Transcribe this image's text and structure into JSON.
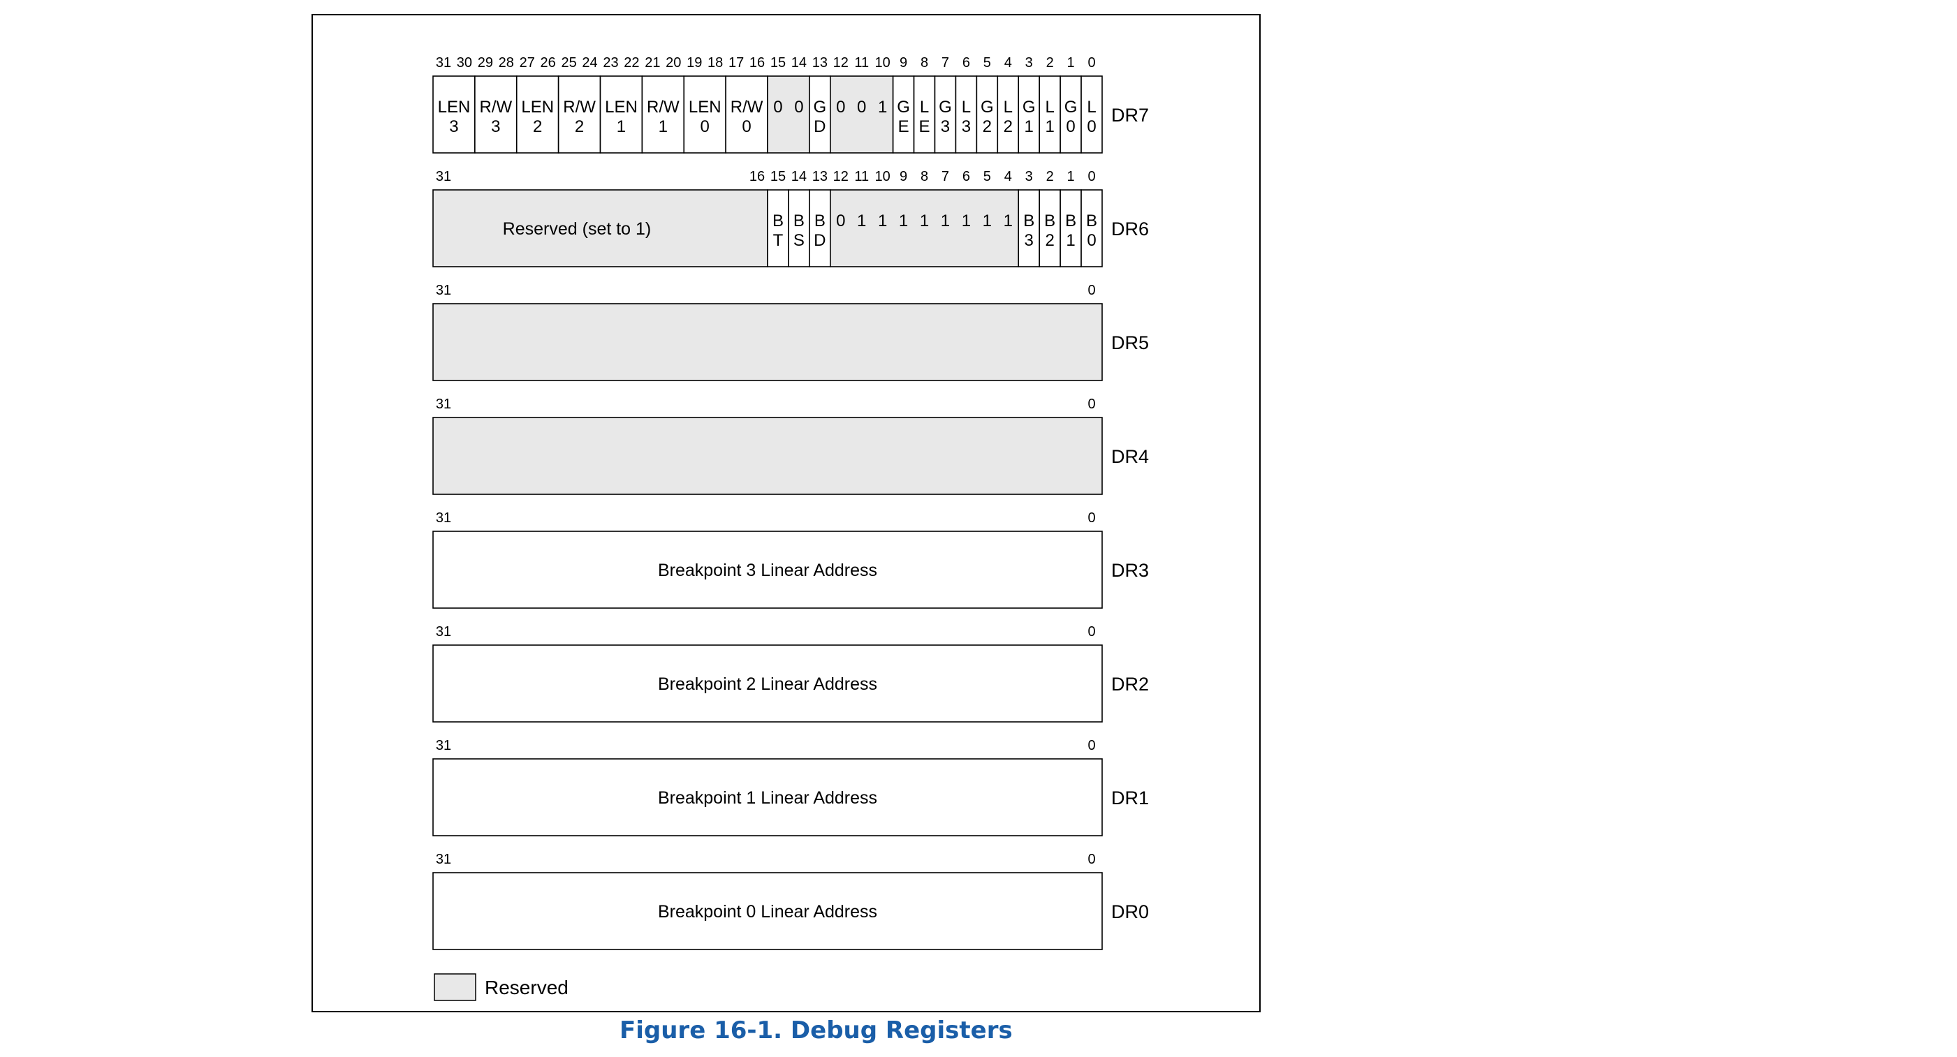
{
  "figure": {
    "caption": "Figure 16-1.  Debug Registers",
    "caption_color": "#1a5ea8",
    "reserved_fill": "#e8e8e8",
    "line_color": "#000000"
  },
  "registers": [
    {
      "name": "DR7",
      "bit_labels": [
        {
          "bit": 31,
          "text": "31"
        },
        {
          "bit": 30,
          "text": "30"
        },
        {
          "bit": 29,
          "text": "29"
        },
        {
          "bit": 28,
          "text": "28"
        },
        {
          "bit": 27,
          "text": "27"
        },
        {
          "bit": 26,
          "text": "26"
        },
        {
          "bit": 25,
          "text": "25"
        },
        {
          "bit": 24,
          "text": "24"
        },
        {
          "bit": 23,
          "text": "23"
        },
        {
          "bit": 22,
          "text": "22"
        },
        {
          "bit": 21,
          "text": "21"
        },
        {
          "bit": 20,
          "text": "20"
        },
        {
          "bit": 19,
          "text": "19"
        },
        {
          "bit": 18,
          "text": "18"
        },
        {
          "bit": 17,
          "text": "17"
        },
        {
          "bit": 16,
          "text": "16"
        },
        {
          "bit": 15,
          "text": "15"
        },
        {
          "bit": 14,
          "text": "14"
        },
        {
          "bit": 13,
          "text": "13"
        },
        {
          "bit": 12,
          "text": "12"
        },
        {
          "bit": 11,
          "text": "11"
        },
        {
          "bit": 10,
          "text": "10"
        },
        {
          "bit": 9,
          "text": "9"
        },
        {
          "bit": 8,
          "text": "8"
        },
        {
          "bit": 7,
          "text": "7"
        },
        {
          "bit": 6,
          "text": "6"
        },
        {
          "bit": 5,
          "text": "5"
        },
        {
          "bit": 4,
          "text": "4"
        },
        {
          "bit": 3,
          "text": "3"
        },
        {
          "bit": 2,
          "text": "2"
        },
        {
          "bit": 1,
          "text": "1"
        },
        {
          "bit": 0,
          "text": "0"
        }
      ],
      "fields": [
        {
          "hi": 31,
          "lo": 30,
          "lines": [
            "LEN",
            "3"
          ],
          "reserved": false
        },
        {
          "hi": 29,
          "lo": 28,
          "lines": [
            "R/W",
            "3"
          ],
          "reserved": false
        },
        {
          "hi": 27,
          "lo": 26,
          "lines": [
            "LEN",
            "2"
          ],
          "reserved": false
        },
        {
          "hi": 25,
          "lo": 24,
          "lines": [
            "R/W",
            "2"
          ],
          "reserved": false
        },
        {
          "hi": 23,
          "lo": 22,
          "lines": [
            "LEN",
            "1"
          ],
          "reserved": false
        },
        {
          "hi": 21,
          "lo": 20,
          "lines": [
            "R/W",
            "1"
          ],
          "reserved": false
        },
        {
          "hi": 19,
          "lo": 18,
          "lines": [
            "LEN",
            "0"
          ],
          "reserved": false
        },
        {
          "hi": 17,
          "lo": 16,
          "lines": [
            "R/W",
            "0"
          ],
          "reserved": false
        },
        {
          "hi": 15,
          "lo": 14,
          "digits": [
            "0",
            "0"
          ],
          "reserved": true
        },
        {
          "hi": 13,
          "lo": 13,
          "lines": [
            "G",
            "D"
          ],
          "reserved": false
        },
        {
          "hi": 12,
          "lo": 10,
          "digits": [
            "0",
            "0",
            "1"
          ],
          "reserved": true
        },
        {
          "hi": 9,
          "lo": 9,
          "lines": [
            "G",
            "E"
          ],
          "reserved": false
        },
        {
          "hi": 8,
          "lo": 8,
          "lines": [
            "L",
            "E"
          ],
          "reserved": false
        },
        {
          "hi": 7,
          "lo": 7,
          "lines": [
            "G",
            "3"
          ],
          "reserved": false
        },
        {
          "hi": 6,
          "lo": 6,
          "lines": [
            "L",
            "3"
          ],
          "reserved": false
        },
        {
          "hi": 5,
          "lo": 5,
          "lines": [
            "G",
            "2"
          ],
          "reserved": false
        },
        {
          "hi": 4,
          "lo": 4,
          "lines": [
            "L",
            "2"
          ],
          "reserved": false
        },
        {
          "hi": 3,
          "lo": 3,
          "lines": [
            "G",
            "1"
          ],
          "reserved": false
        },
        {
          "hi": 2,
          "lo": 2,
          "lines": [
            "L",
            "1"
          ],
          "reserved": false
        },
        {
          "hi": 1,
          "lo": 1,
          "lines": [
            "G",
            "0"
          ],
          "reserved": false
        },
        {
          "hi": 0,
          "lo": 0,
          "lines": [
            "L",
            "0"
          ],
          "reserved": false
        }
      ]
    },
    {
      "name": "DR6",
      "bit_labels": [
        {
          "bit": 31,
          "text": "31"
        },
        {
          "bit": 16,
          "text": "16"
        },
        {
          "bit": 15,
          "text": "15"
        },
        {
          "bit": 14,
          "text": "14"
        },
        {
          "bit": 13,
          "text": "13"
        },
        {
          "bit": 12,
          "text": "12"
        },
        {
          "bit": 11,
          "text": "11"
        },
        {
          "bit": 10,
          "text": "10"
        },
        {
          "bit": 9,
          "text": "9"
        },
        {
          "bit": 8,
          "text": "8"
        },
        {
          "bit": 7,
          "text": "7"
        },
        {
          "bit": 6,
          "text": "6"
        },
        {
          "bit": 5,
          "text": "5"
        },
        {
          "bit": 4,
          "text": "4"
        },
        {
          "bit": 3,
          "text": "3"
        },
        {
          "bit": 2,
          "text": "2"
        },
        {
          "bit": 1,
          "text": "1"
        },
        {
          "bit": 0,
          "text": "0"
        }
      ],
      "fields": [
        {
          "hi": 31,
          "lo": 16,
          "text": "Reserved (set to 1)",
          "reserved": true,
          "text_offset_bits": 1
        },
        {
          "hi": 15,
          "lo": 15,
          "lines": [
            "B",
            "T"
          ],
          "reserved": false
        },
        {
          "hi": 14,
          "lo": 14,
          "lines": [
            "B",
            "S"
          ],
          "reserved": false
        },
        {
          "hi": 13,
          "lo": 13,
          "lines": [
            "B",
            "D"
          ],
          "reserved": false
        },
        {
          "hi": 12,
          "lo": 4,
          "digits": [
            "0",
            "1",
            "1",
            "1",
            "1",
            "1",
            "1",
            "1",
            "1"
          ],
          "reserved": true
        },
        {
          "hi": 3,
          "lo": 3,
          "lines": [
            "B",
            "3"
          ],
          "reserved": false
        },
        {
          "hi": 2,
          "lo": 2,
          "lines": [
            "B",
            "2"
          ],
          "reserved": false
        },
        {
          "hi": 1,
          "lo": 1,
          "lines": [
            "B",
            "1"
          ],
          "reserved": false
        },
        {
          "hi": 0,
          "lo": 0,
          "lines": [
            "B",
            "0"
          ],
          "reserved": false
        }
      ]
    },
    {
      "name": "DR5",
      "bit_labels": [
        {
          "bit": 31,
          "text": "31"
        },
        {
          "bit": 0,
          "text": "0"
        }
      ],
      "fields": [
        {
          "hi": 31,
          "lo": 0,
          "text": "",
          "reserved": true
        }
      ]
    },
    {
      "name": "DR4",
      "bit_labels": [
        {
          "bit": 31,
          "text": "31"
        },
        {
          "bit": 0,
          "text": "0"
        }
      ],
      "fields": [
        {
          "hi": 31,
          "lo": 0,
          "text": "",
          "reserved": true
        }
      ]
    },
    {
      "name": "DR3",
      "bit_labels": [
        {
          "bit": 31,
          "text": "31"
        },
        {
          "bit": 0,
          "text": "0"
        }
      ],
      "fields": [
        {
          "hi": 31,
          "lo": 0,
          "text": "Breakpoint 3 Linear Address",
          "reserved": false
        }
      ]
    },
    {
      "name": "DR2",
      "bit_labels": [
        {
          "bit": 31,
          "text": "31"
        },
        {
          "bit": 0,
          "text": "0"
        }
      ],
      "fields": [
        {
          "hi": 31,
          "lo": 0,
          "text": "Breakpoint 2 Linear Address",
          "reserved": false
        }
      ]
    },
    {
      "name": "DR1",
      "bit_labels": [
        {
          "bit": 31,
          "text": "31"
        },
        {
          "bit": 0,
          "text": "0"
        }
      ],
      "fields": [
        {
          "hi": 31,
          "lo": 0,
          "text": "Breakpoint 1 Linear Address",
          "reserved": false
        }
      ]
    },
    {
      "name": "DR0",
      "bit_labels": [
        {
          "bit": 31,
          "text": "31"
        },
        {
          "bit": 0,
          "text": "0"
        }
      ],
      "fields": [
        {
          "hi": 31,
          "lo": 0,
          "text": "Breakpoint 0 Linear Address",
          "reserved": false
        }
      ]
    }
  ],
  "legend": {
    "label": "Reserved"
  }
}
